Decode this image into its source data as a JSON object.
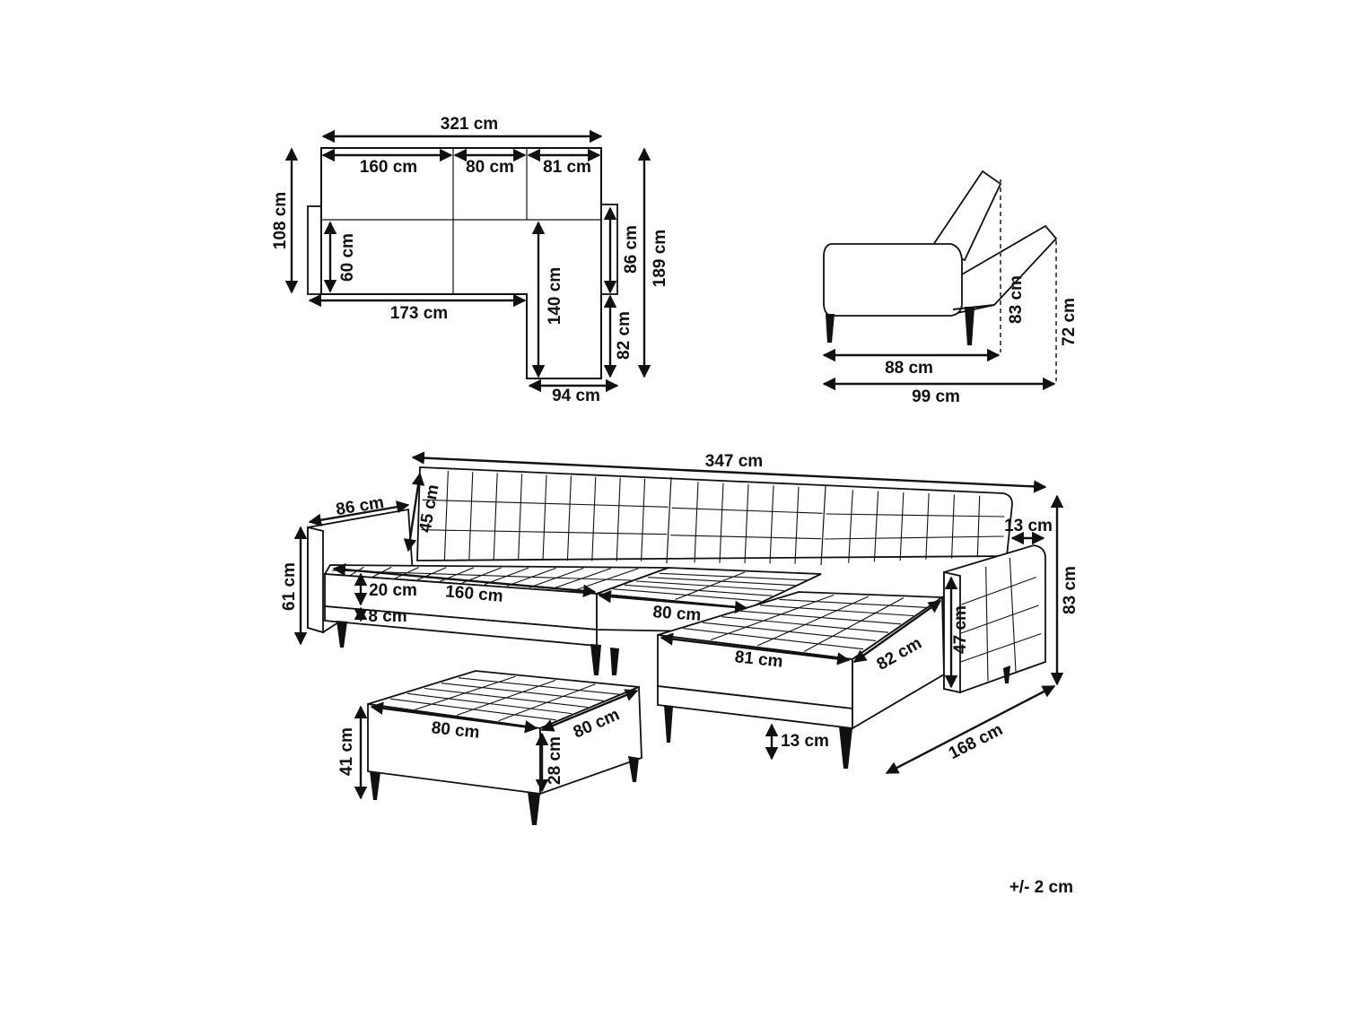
{
  "top_view": {
    "overall_width": "321 cm",
    "seg_1": "160 cm",
    "seg_2": "80 cm",
    "seg_3": "81 cm",
    "left_depth": "108 cm",
    "seat_depth": "60 cm",
    "base_width": "173 cm",
    "chaise_length": "140 cm",
    "arm_depth": "86 cm",
    "chaise_extension": "82 cm",
    "total_depth": "189 cm",
    "chaise_width": "94 cm"
  },
  "side_view": {
    "seat_length": "88 cm",
    "total_length": "99 cm",
    "back_height": "83 cm",
    "recline_height": "72 cm"
  },
  "perspective_view": {
    "total_width": "347 cm",
    "arm_length": "86 cm",
    "back_height": "45 cm",
    "arm_width": "13 cm",
    "total_height": "83 cm",
    "arm_height": "61 cm",
    "cushion_height": "20 cm",
    "seat_width": "160 cm",
    "frame_height": "8 cm",
    "middle_width": "80 cm",
    "chaise_front": "81 cm",
    "chaise_depth": "82 cm",
    "chaise_arm_height": "47 cm",
    "total_depth": "168 cm",
    "leg_height": "13 cm"
  },
  "ottoman": {
    "width": "80 cm",
    "depth": "80 cm",
    "height": "41 cm",
    "base_height": "28 cm"
  },
  "tolerance": "+/- 2 cm"
}
